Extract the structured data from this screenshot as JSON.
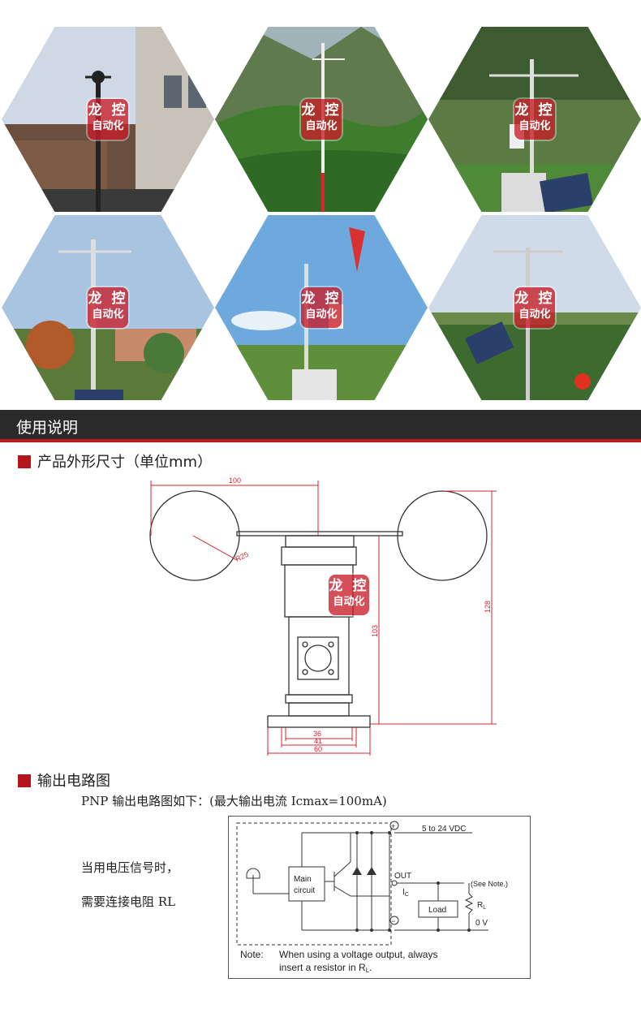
{
  "gallery": {
    "images": [
      {
        "subject": "wind sensor on pole beside buildings",
        "watermark": {
          "line1": "龙 控",
          "line2": "自动化"
        }
      },
      {
        "subject": "weather mast on green hillside",
        "watermark": {
          "line1": "龙 控",
          "line2": "自动化"
        }
      },
      {
        "subject": "weather station with solar panel in garden",
        "watermark": {
          "line1": "龙 控",
          "line2": "自动化"
        }
      },
      {
        "subject": "weather station in residential area",
        "watermark": {
          "line1": "龙 控",
          "line2": "自动化"
        }
      },
      {
        "subject": "weather station in rice field",
        "watermark": {
          "line1": "龙 控",
          "line2": "自动化"
        }
      },
      {
        "subject": "weather station in farmland with solar panel",
        "watermark": {
          "line1": "龙 控",
          "line2": "自动化"
        }
      }
    ]
  },
  "banner": {
    "title": "使用说明"
  },
  "dimensions": {
    "title": "产品外形尺寸（单位mm）",
    "labels": {
      "span": "100",
      "radius": "R25",
      "height_total": "128",
      "height_body": "103",
      "w36": "36",
      "w41": "41",
      "w60": "60"
    },
    "watermark": {
      "line1": "龙 控",
      "line2": "自动化"
    }
  },
  "output": {
    "title": "输出电路图",
    "subtitle": "PNP 输出电路图如下：(最大输出电流 Icmax=100mA)",
    "side_note_1": "当用电压信号时，",
    "side_note_2": "需要连接电阻 RL",
    "circuit": {
      "supply": "5 to 24 VDC",
      "main1": "Main",
      "main2": "circuit",
      "out": "OUT",
      "ic": "I",
      "ic_sub": "C",
      "see_note": "(See Note.)",
      "load": "Load",
      "rl": "R",
      "rl_sub": "L",
      "zero_v": "0 V",
      "plus": "+",
      "minus": "−",
      "note_label": "Note:",
      "note_line1": "When using a voltage output, always",
      "note_line2": "insert a resistor in R",
      "note_sub": "L",
      "note_end": "."
    }
  },
  "colors": {
    "accent": "#b3151b",
    "banner": "#2a2a2a",
    "drawing_red": "#d4242c"
  }
}
